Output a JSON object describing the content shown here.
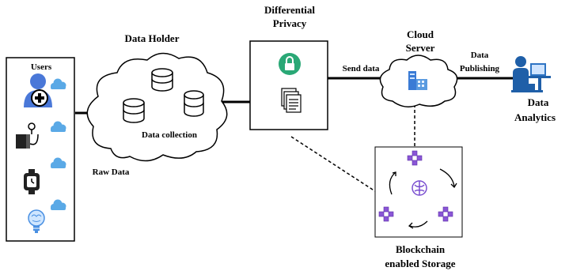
{
  "users": {
    "title": "Users"
  },
  "data_holder": {
    "title": "Data Holder",
    "caption": "Data collection"
  },
  "raw_data": "Raw Data",
  "differential_privacy": {
    "line1": "Differential",
    "line2": "Privacy"
  },
  "send_data": "Send data",
  "cloud_server": {
    "line1": "Cloud",
    "line2": "Server"
  },
  "data_publishing": {
    "line1": "Data",
    "line2": "Publishing"
  },
  "data_analytics": {
    "line1": "Data",
    "line2": "Analytics"
  },
  "blockchain": {
    "line1": "Blockchain",
    "line2": "enabled Storage"
  },
  "colors": {
    "cloud_badge": "#5aa9e6",
    "lock_green": "#2aa876",
    "cube_purple": "#8a56d6",
    "person_blue": "#4a78d8"
  }
}
